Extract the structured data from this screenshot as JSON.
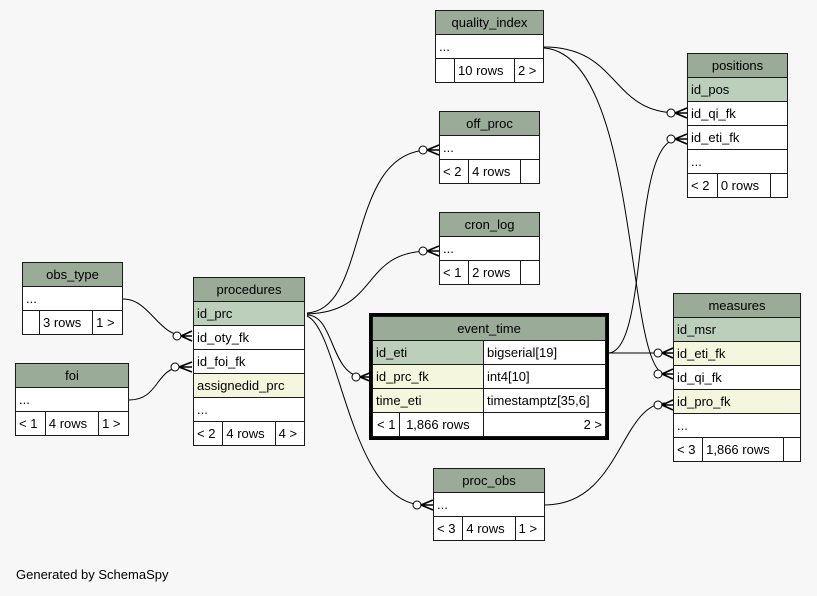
{
  "tables": {
    "quality_index": {
      "name": "quality_index",
      "ellipsis": "...",
      "prev": "",
      "rows": "10 rows",
      "next": "2 >"
    },
    "positions": {
      "name": "positions",
      "col1": "id_pos",
      "col2": "id_qi_fk",
      "col3": "id_eti_fk",
      "ellipsis": "...",
      "prev": "< 2",
      "rows": "0 rows",
      "next": ""
    },
    "off_proc": {
      "name": "off_proc",
      "ellipsis": "...",
      "prev": "< 2",
      "rows": "4 rows",
      "next": ""
    },
    "cron_log": {
      "name": "cron_log",
      "ellipsis": "...",
      "prev": "< 1",
      "rows": "2 rows",
      "next": ""
    },
    "obs_type": {
      "name": "obs_type",
      "ellipsis": "...",
      "prev": "",
      "rows": "3 rows",
      "next": "1 >"
    },
    "foi": {
      "name": "foi",
      "ellipsis": "...",
      "prev": "< 1",
      "rows": "4 rows",
      "next": "1 >"
    },
    "procedures": {
      "name": "procedures",
      "col1": "id_prc",
      "col2": "id_oty_fk",
      "col3": "id_foi_fk",
      "col4": "assignedid_prc",
      "ellipsis": "...",
      "prev": "< 2",
      "rows": "4 rows",
      "next": "4 >"
    },
    "event_time": {
      "name": "event_time",
      "cols": [
        {
          "name": "id_eti",
          "type": "bigserial[19]"
        },
        {
          "name": "id_prc_fk",
          "type": "int4[10]"
        },
        {
          "name": "time_eti",
          "type": "timestamptz[35,6]"
        }
      ],
      "prev": "< 1",
      "rows": "1,866 rows",
      "next": "2 >"
    },
    "measures": {
      "name": "measures",
      "col1": "id_msr",
      "col2": "id_eti_fk",
      "col3": "id_qi_fk",
      "col4": "id_pro_fk",
      "ellipsis": "...",
      "prev": "< 3",
      "rows": "1,866 rows",
      "next": ""
    },
    "proc_obs": {
      "name": "proc_obs",
      "ellipsis": "...",
      "prev": "< 3",
      "rows": "4 rows",
      "next": "1 >"
    }
  },
  "footer": "Generated by SchemaSpy",
  "colors": {
    "header": "#9aab98",
    "primary_key": "#bccfbb",
    "foreign_key_column": "#f4f7de",
    "background": "#f7f7f7",
    "edge": "#000000"
  }
}
